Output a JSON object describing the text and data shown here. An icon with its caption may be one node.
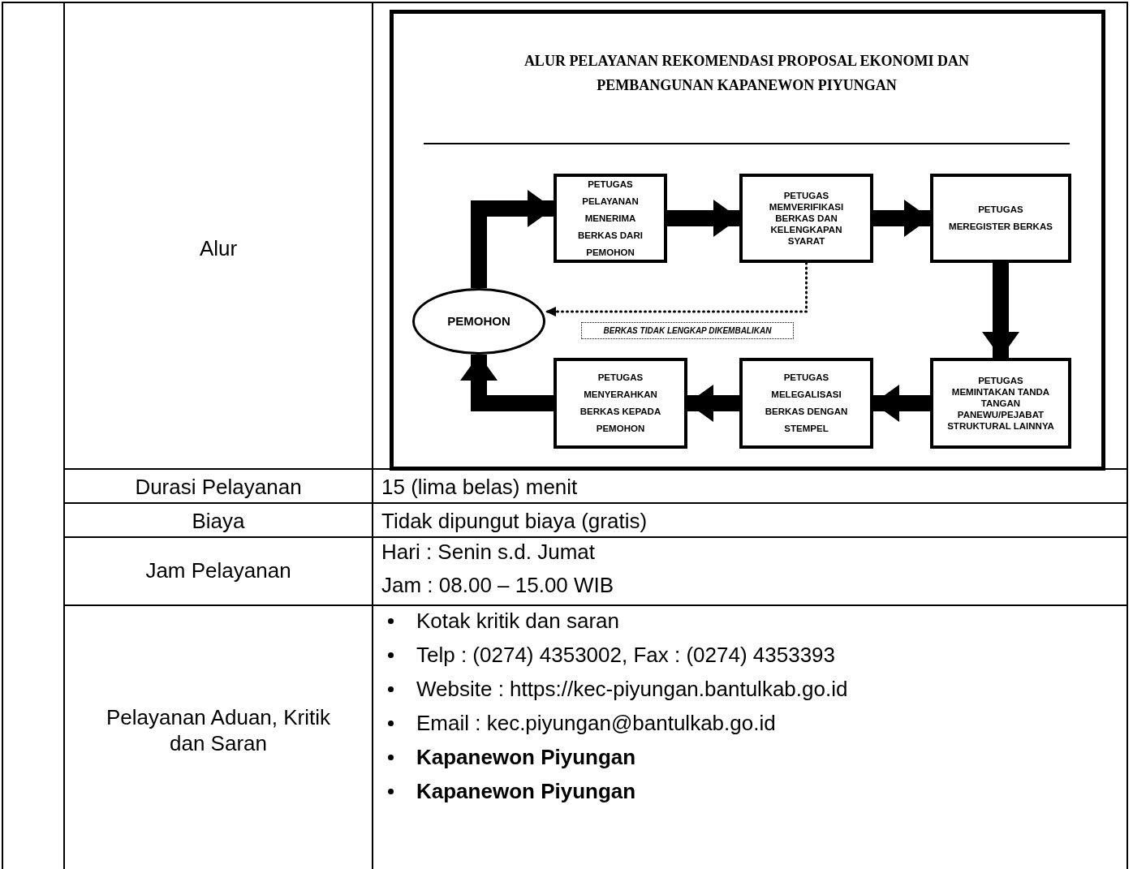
{
  "diagram": {
    "title": "ALUR PELAYANAN REKOMENDASI PROPOSAL EKONOMI DAN PEMBANGUNAN KAPANEWON PIYUNGAN",
    "nodes": [
      {
        "text": [
          "PETUGAS PELAYANAN MENERIMA BERKAS DARI PEMOHON"
        ]
      },
      {
        "text": [
          "PETUGAS MEMVERIFIKASI BERKAS DAN KELENGKAPAN SYARAT"
        ]
      },
      {
        "text": [
          "PETUGAS MEREGISTER BERKAS"
        ]
      },
      {
        "text": [
          "PEMOHON"
        ]
      },
      {
        "text": [
          "PETUGAS MENYERAHKAN BERKAS KEPADA PEMOHON"
        ]
      },
      {
        "text": [
          "PETUGAS MELEGALISASI BERKAS DENGAN STEMPEL"
        ]
      },
      {
        "text": [
          "PETUGAS MEMINTAKAN TANDA TANGAN PANEWU/PEJABAT STRUKTURAL LAINNYA"
        ]
      }
    ],
    "edges": [
      {
        "from": 3,
        "to": 0,
        "arrow": "to"
      },
      {
        "from": 0,
        "to": 1,
        "arrow": "to"
      },
      {
        "from": 1,
        "to": 2,
        "arrow": "to"
      },
      {
        "from": 2,
        "to": 6,
        "arrow": "to"
      },
      {
        "from": 6,
        "to": 5,
        "arrow": "to"
      },
      {
        "from": 5,
        "to": 4,
        "arrow": "to"
      },
      {
        "from": 4,
        "to": 3,
        "arrow": "to"
      },
      {
        "from": 1,
        "to": 3,
        "arrow": "to",
        "style": "dashed",
        "label": "BERKAS TIDAK LENGKAP DIKEMBALIKAN"
      }
    ],
    "labels": [
      "Alur",
      "Durasi Pelayanan",
      "15 (lima belas) menit",
      "Biaya",
      "Tidak dipungut biaya (gratis)",
      "Jam Pelayanan",
      "Hari  : Senin s.d. Jumat",
      "Jam  : 08.00 – 15.00 WIB",
      "Pelayanan Aduan, Kritik dan Saran",
      "Kotak kritik dan saran",
      "Telp : (0274) 4353002, Fax : (0274) 4353393",
      "Website : https://kec-piyungan.bantulkab.go.id",
      "Email : kec.piyungan@bantulkab.go.id",
      "**Kapanewon Piyungan**",
      "**Kapanewon Piyungan**"
    ]
  }
}
